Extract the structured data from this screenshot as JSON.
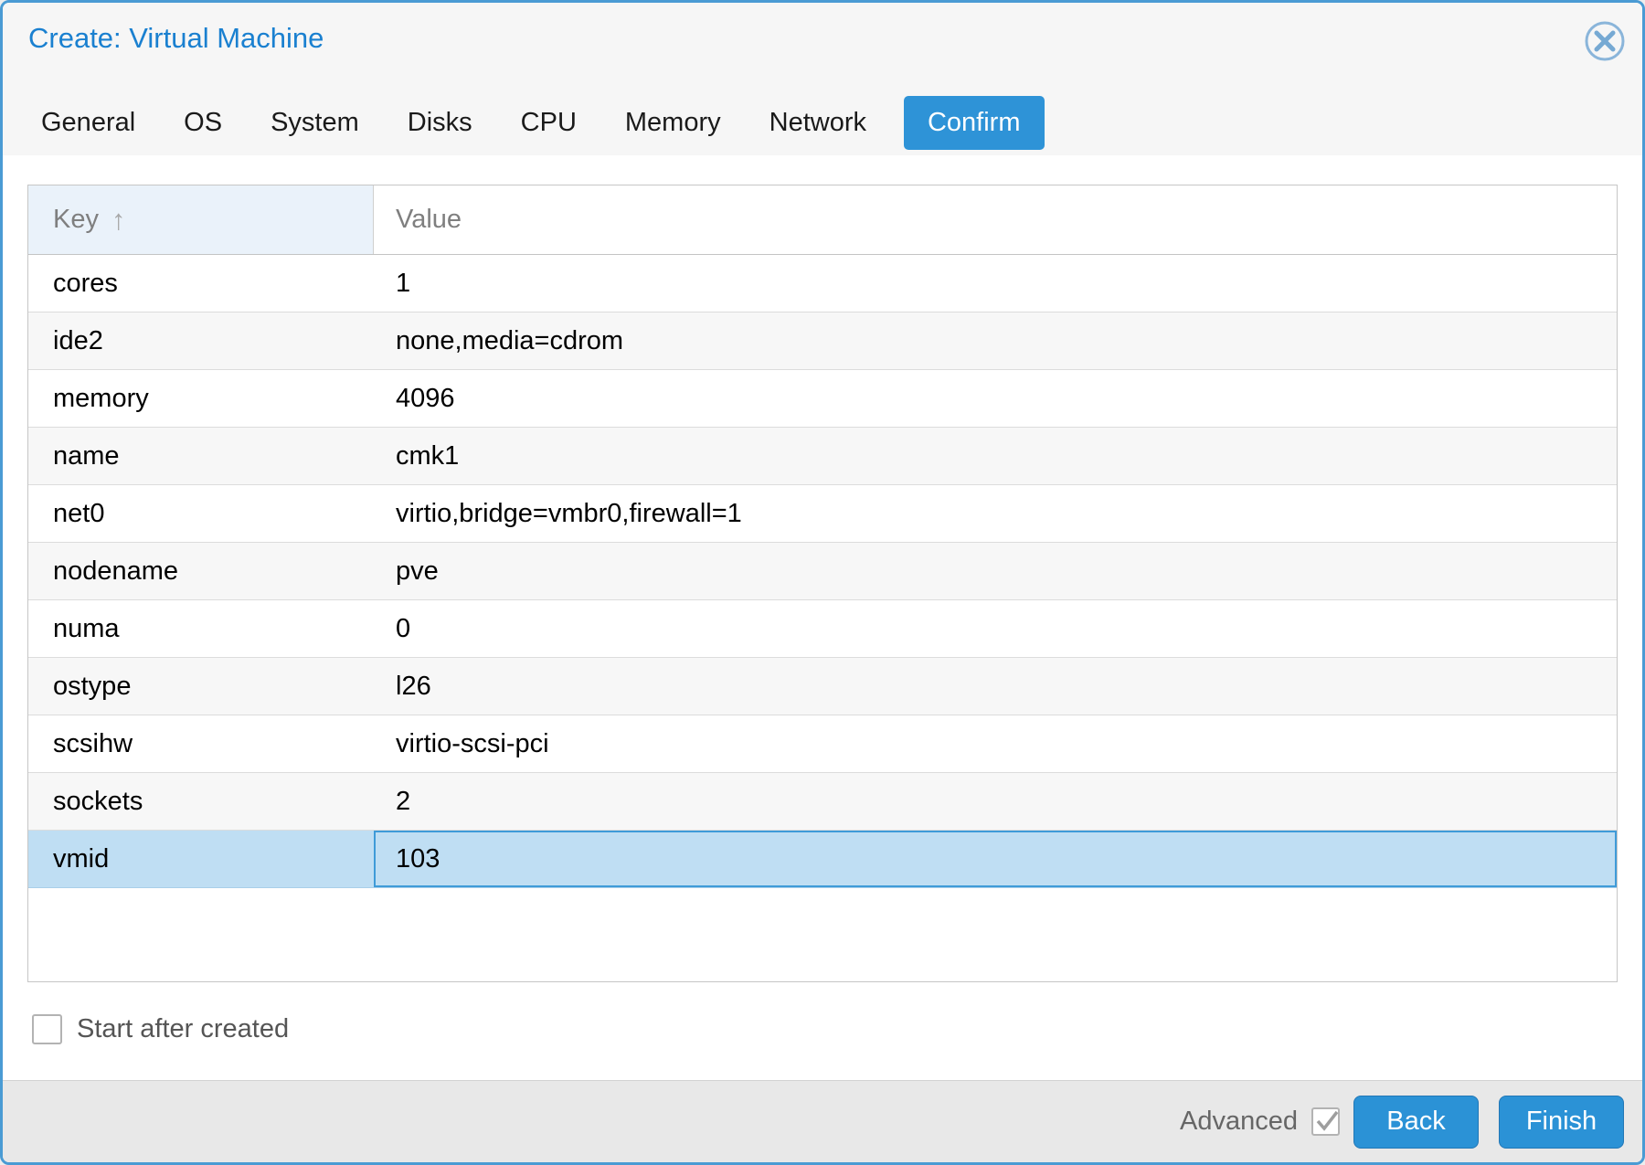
{
  "window": {
    "title": "Create: Virtual Machine",
    "close_icon": "circled-x"
  },
  "tabs": [
    {
      "label": "General",
      "active": false
    },
    {
      "label": "OS",
      "active": false
    },
    {
      "label": "System",
      "active": false
    },
    {
      "label": "Disks",
      "active": false
    },
    {
      "label": "CPU",
      "active": false
    },
    {
      "label": "Memory",
      "active": false
    },
    {
      "label": "Network",
      "active": false
    },
    {
      "label": "Confirm",
      "active": true
    }
  ],
  "table": {
    "columns": {
      "key": "Key",
      "value": "Value"
    },
    "sort": {
      "column": "Key",
      "direction": "asc",
      "icon": "↑"
    },
    "rows": [
      {
        "key": "cores",
        "value": "1"
      },
      {
        "key": "ide2",
        "value": "none,media=cdrom"
      },
      {
        "key": "memory",
        "value": "4096"
      },
      {
        "key": "name",
        "value": "cmk1"
      },
      {
        "key": "net0",
        "value": "virtio,bridge=vmbr0,firewall=1"
      },
      {
        "key": "nodename",
        "value": "pve"
      },
      {
        "key": "numa",
        "value": "0"
      },
      {
        "key": "ostype",
        "value": "l26"
      },
      {
        "key": "scsihw",
        "value": "virtio-scsi-pci"
      },
      {
        "key": "sockets",
        "value": "2"
      },
      {
        "key": "vmid",
        "value": "103"
      }
    ],
    "selected_row_key": "vmid"
  },
  "options": {
    "start_after_created_label": "Start after created",
    "start_after_created_checked": false
  },
  "footer": {
    "advanced_label": "Advanced",
    "advanced_checked": true,
    "back_label": "Back",
    "finish_label": "Finish"
  },
  "colors": {
    "accent_blue": "#2e93d7",
    "title_blue": "#1a80d0",
    "dialog_border": "#4a9bd4",
    "selected_row": "#bfdef3",
    "focused_cell_border": "#3f9bd8",
    "header_bg": "#f6f6f6",
    "footer_bg": "#e8e8e8",
    "sorted_column_header_bg": "#eaf2fa",
    "row_stripe": "#f7f7f7"
  }
}
